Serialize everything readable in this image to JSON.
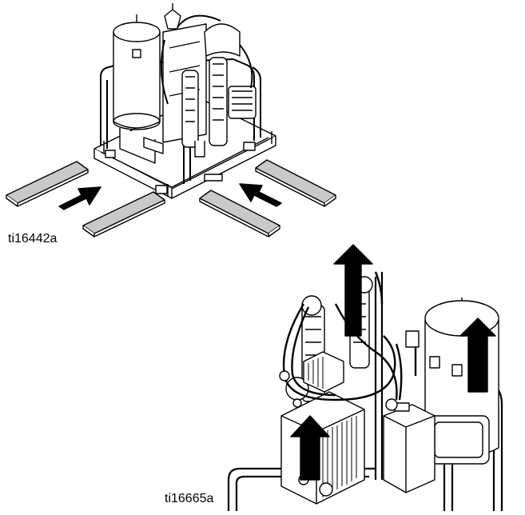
{
  "figures": [
    {
      "id": "figure-1",
      "label": "ti16442a"
    },
    {
      "id": "figure-2",
      "label": "ti16665a"
    }
  ],
  "colors": {
    "line": "#000000",
    "fill": "#ffffff",
    "skid_fill": "#c9c9c9",
    "arrow_fill": "#000000"
  }
}
